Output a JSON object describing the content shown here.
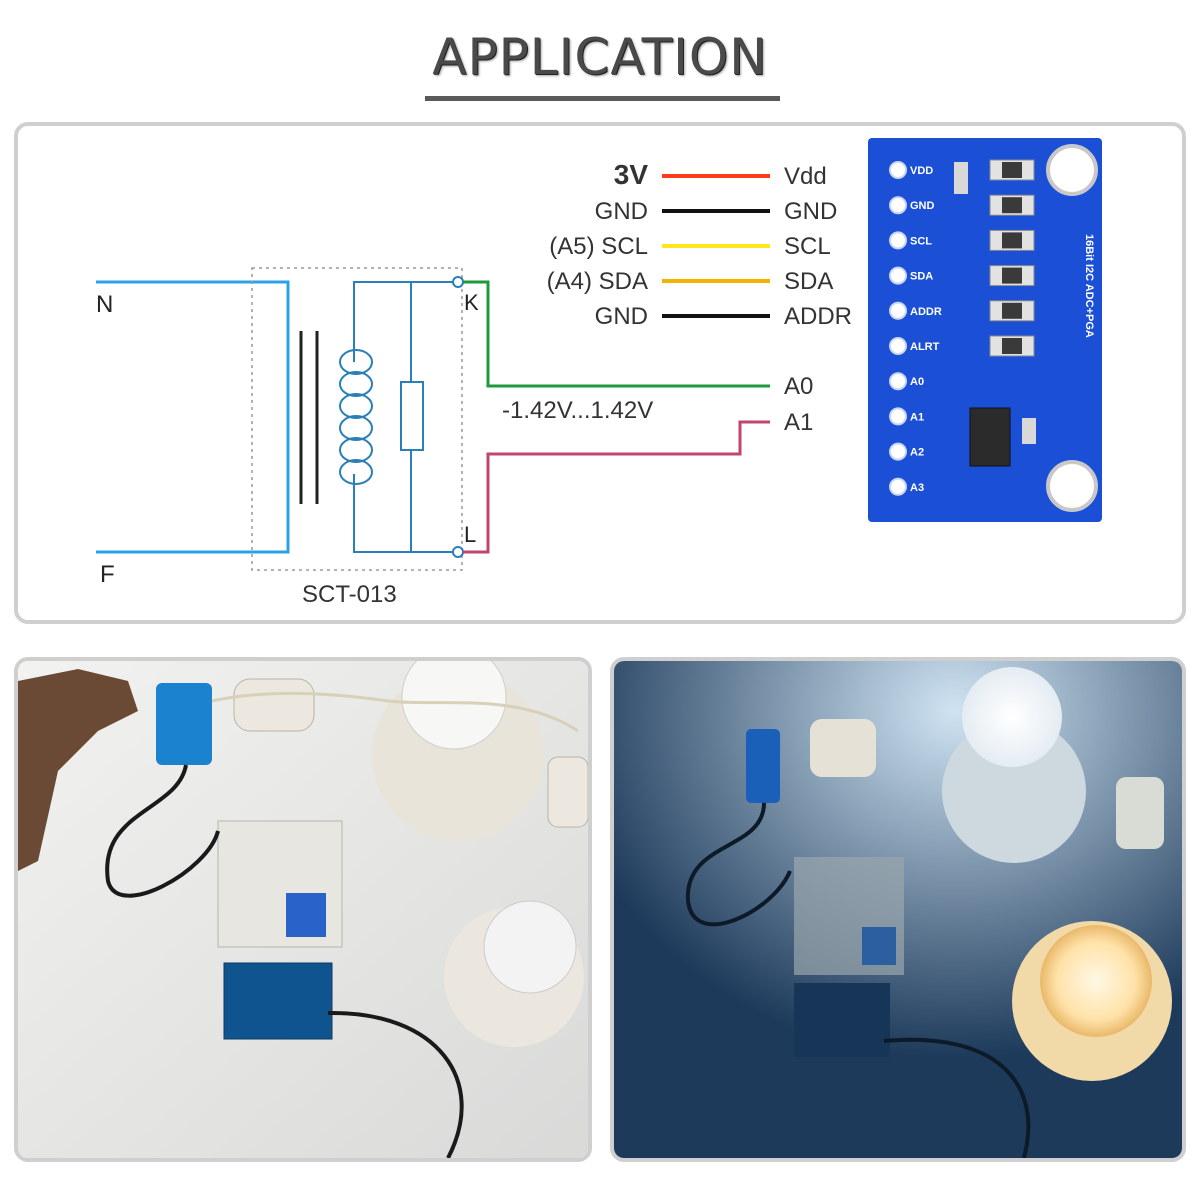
{
  "header": {
    "title": "APPLICATION"
  },
  "circuit": {
    "line_n": "N",
    "line_f": "F",
    "sensor_name": "SCT-013",
    "terminal_k": "K",
    "terminal_l": "L",
    "voltage_range": "-1.42V...1.42V",
    "adc_a0": "A0",
    "adc_a1": "A1"
  },
  "wiring": [
    {
      "left": "3V",
      "right": "Vdd",
      "color": "#ff3b1a"
    },
    {
      "left": "GND",
      "right": "GND",
      "color": "#111111"
    },
    {
      "left": "(A5) SCL",
      "right": "SCL",
      "color": "#ffe81a"
    },
    {
      "left": "(A4) SDA",
      "right": "SDA",
      "color": "#f2b400"
    },
    {
      "left": "GND",
      "right": "ADDR",
      "color": "#111111"
    }
  ],
  "module": {
    "side_label": "16Bit I2C ADC+PGA",
    "pins": [
      "VDD",
      "GND",
      "SCL",
      "SDA",
      "ADDR",
      "ALRT",
      "A0",
      "A1",
      "A2",
      "A3"
    ],
    "color": "#1a4fd6"
  },
  "colors": {
    "mains": "#29a3e6",
    "k_wire": "#1e9a3e",
    "l_wire": "#c0466e",
    "coil": "#2a7fb8"
  }
}
